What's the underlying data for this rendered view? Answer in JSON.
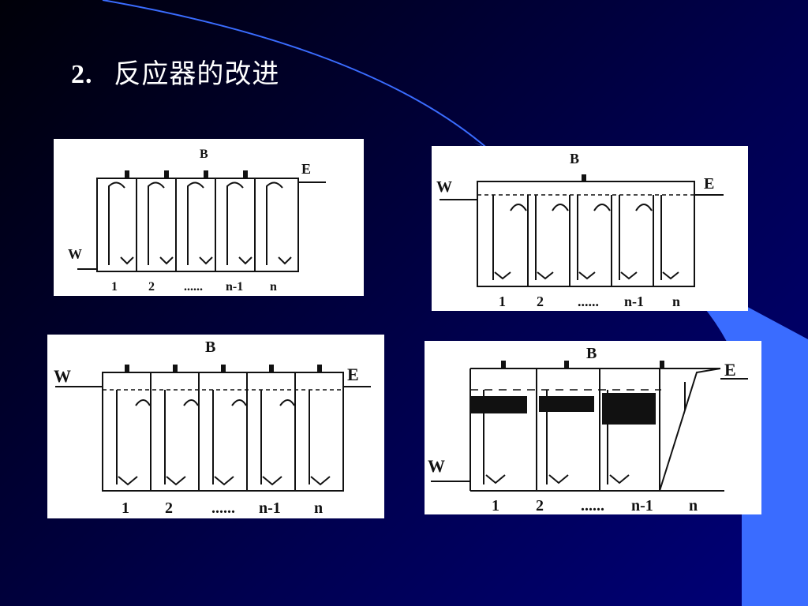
{
  "slide": {
    "number": "2.",
    "title": "反应器的改进"
  },
  "colors": {
    "background": "#00003c",
    "accent_shape": "#3a6cff",
    "title_text": "#ffffff",
    "ink": "#111111"
  },
  "diagrams": [
    {
      "inlet": "W",
      "outlet": "E",
      "top": "B",
      "compartments": [
        "1",
        "2",
        "......",
        "n-1",
        "n"
      ]
    },
    {
      "inlet": "W",
      "outlet": "E",
      "top": "B",
      "compartments": [
        "1",
        "2",
        "......",
        "n-1",
        "n"
      ]
    },
    {
      "inlet": "W",
      "outlet": "E",
      "top": "B",
      "compartments": [
        "1",
        "2",
        "......",
        "n-1",
        "n"
      ]
    },
    {
      "inlet": "W",
      "outlet": "E",
      "top": "B",
      "compartments": [
        "1",
        "2",
        "......",
        "n-1",
        "n"
      ]
    }
  ]
}
